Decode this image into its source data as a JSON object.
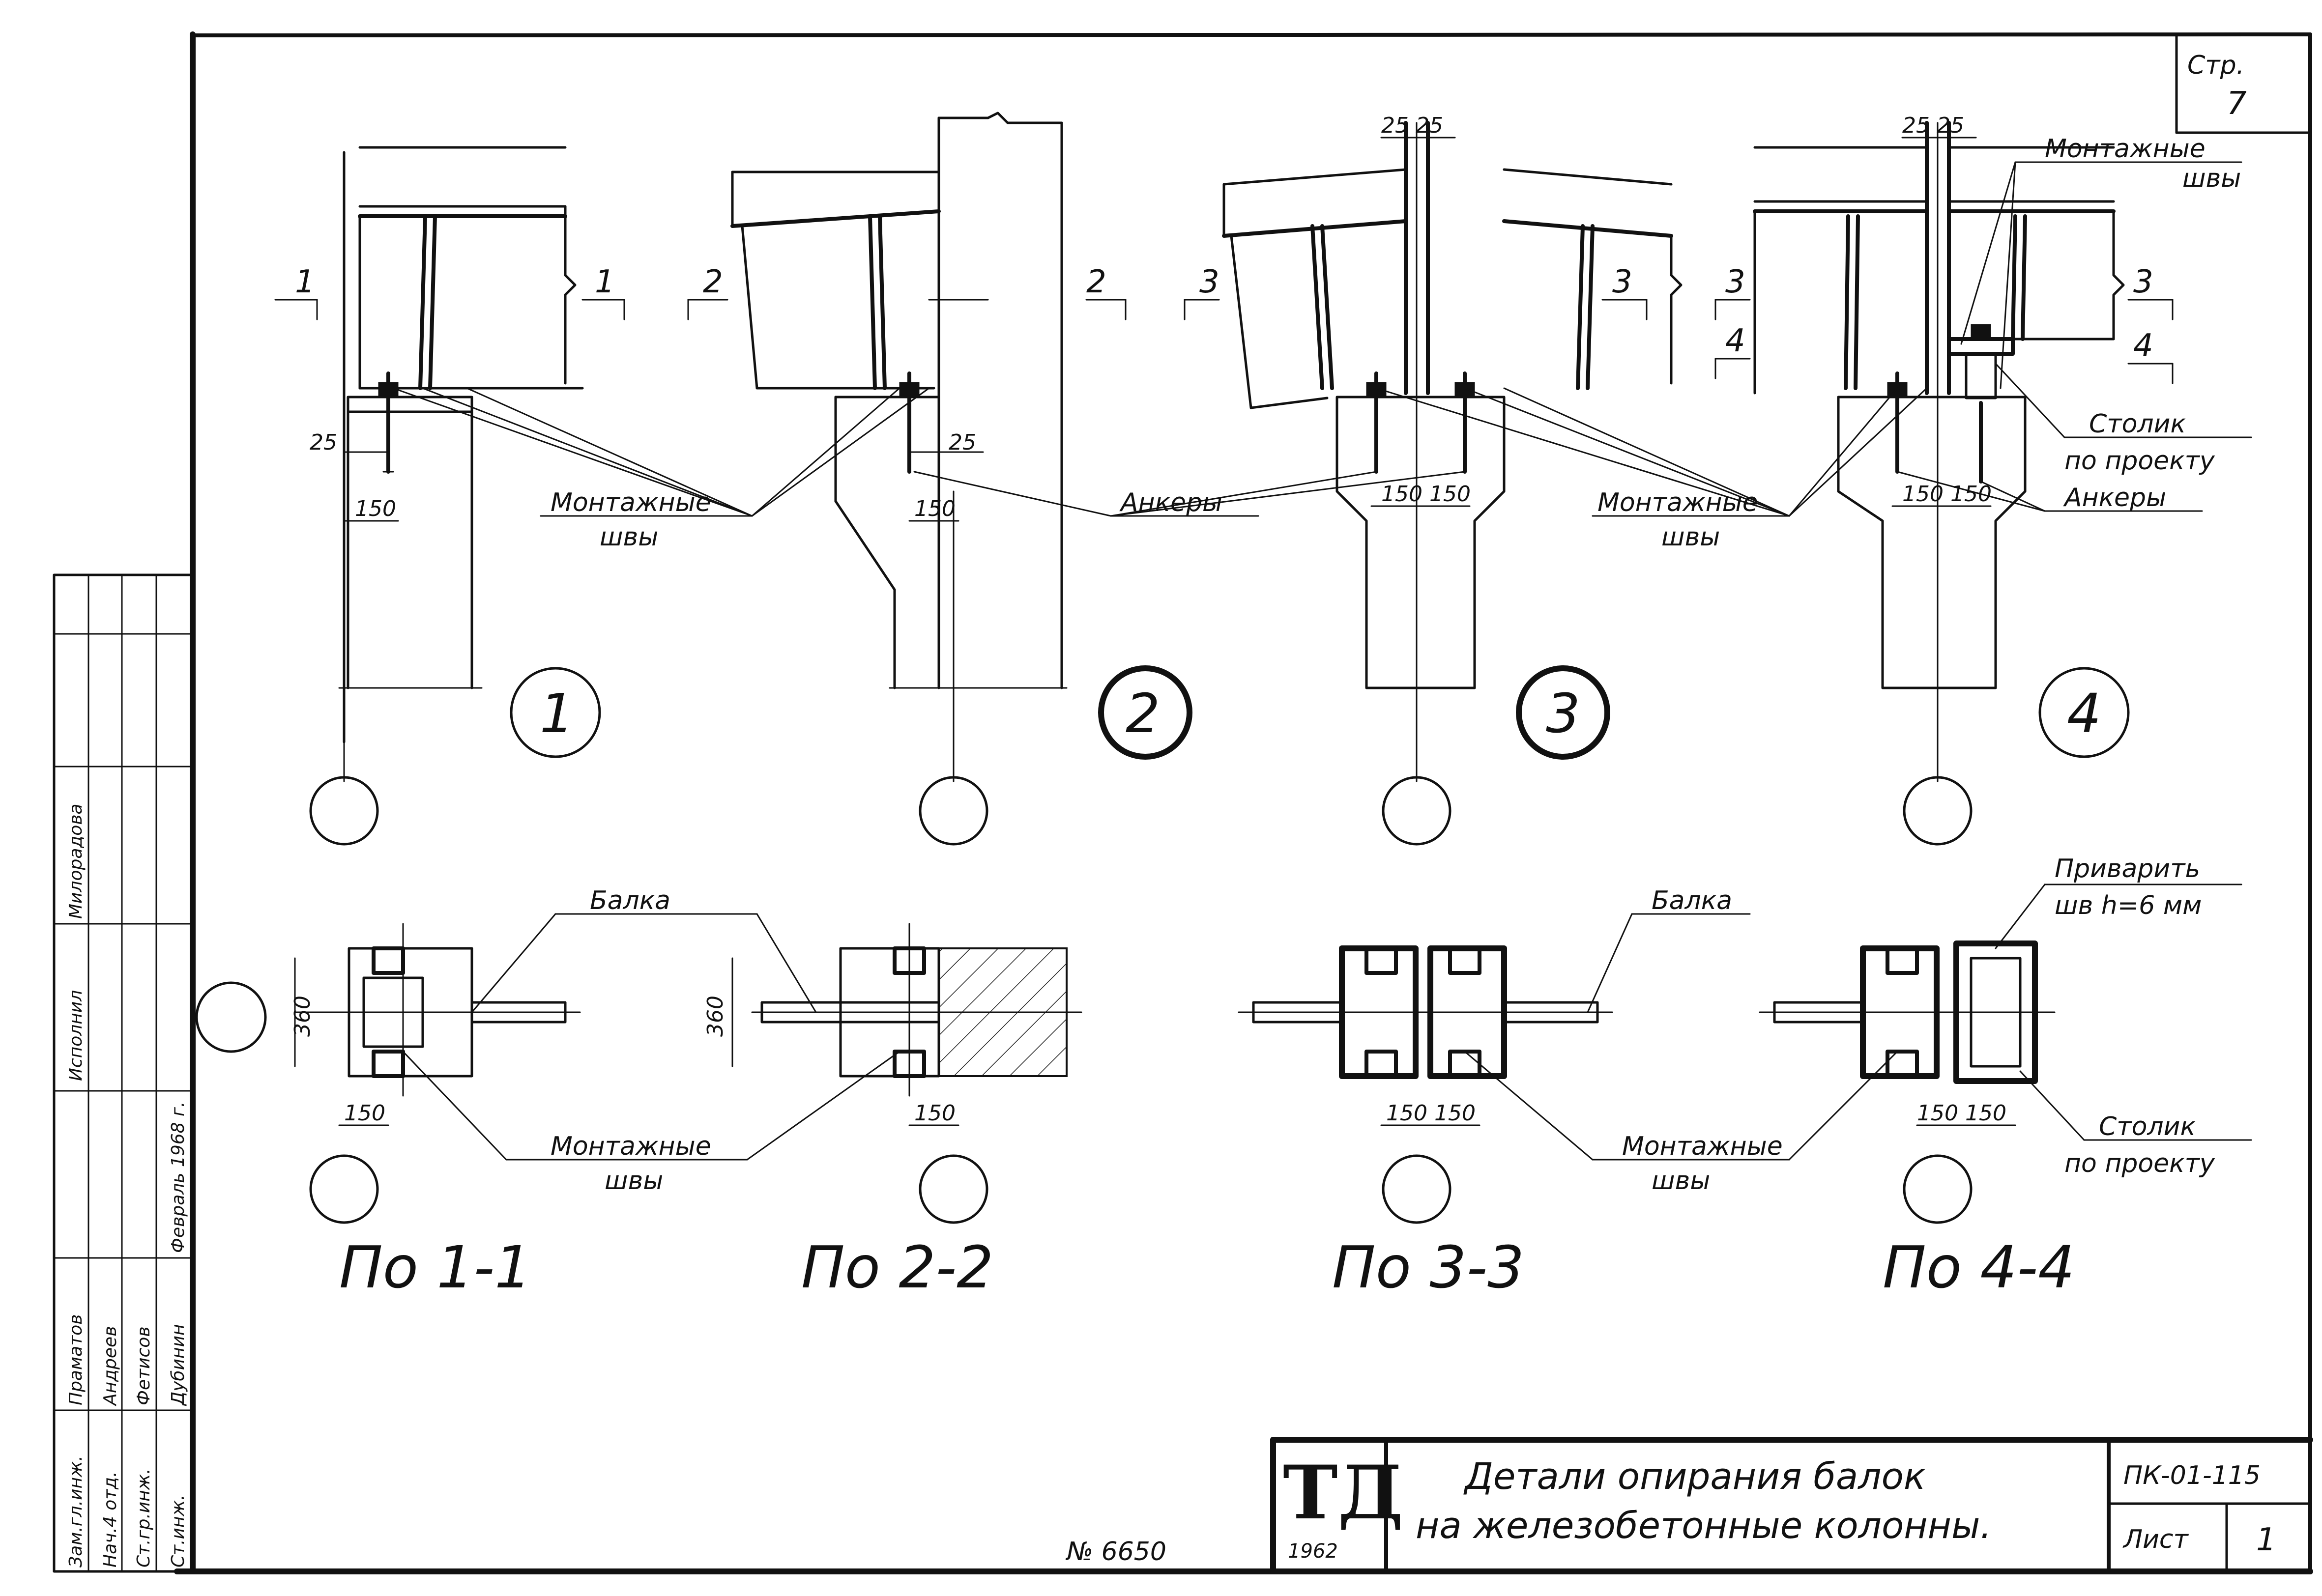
{
  "sheet_corner": {
    "page_label": "Стр.",
    "page_number": "7"
  },
  "callouts": {
    "weld_mounting": "Монтажные",
    "weld_seams": "швы",
    "anchors": "Анкеры",
    "table_support": "Столик",
    "by_project": "по проекту",
    "beam": "Балка",
    "weld_to": "Приварить",
    "weld_spec": "шв h=6 мм"
  },
  "dimensions": {
    "d25": "25",
    "d150": "150",
    "d360": "360",
    "d25_25": "25 25",
    "d150_150": "150 150"
  },
  "section_marks": {
    "s1": "1",
    "s2": "2",
    "s3": "3",
    "s4": "4"
  },
  "nodes": {
    "n1": "1",
    "n2": "2",
    "n3": "3",
    "n4": "4"
  },
  "views": {
    "v1": "По 1-1",
    "v2": "По 2-2",
    "v3": "По 3-3",
    "v4": "По 4-4"
  },
  "title_block": {
    "logo": "ТД",
    "logo_year": "1962",
    "title_line1": "Детали опирания балок",
    "title_line2": "на железобетонные колонны.",
    "code": "ПК-01-115",
    "sheet_label": "Лист",
    "sheet_number": "1"
  },
  "stamp": {
    "rows": [
      "Зам.гл.инж.",
      "Нач.4 отд.",
      "Ст.гр.инж.",
      "Ст.инж."
    ],
    "names": [
      "Праматов",
      "Андреев",
      "Фетисов",
      "Дубинин"
    ],
    "date": "Февраль 1968 г.",
    "executor": "Исполнил",
    "executor_name": "Милорадова"
  },
  "bottom_note": "№ 6650"
}
